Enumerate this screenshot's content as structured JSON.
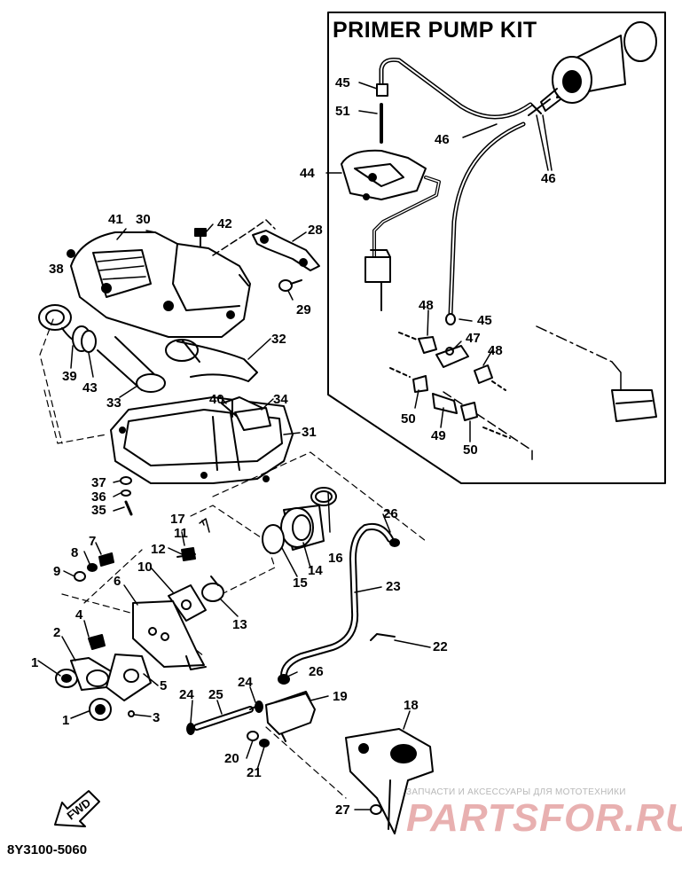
{
  "kit_title": "PRIMER PUMP KIT",
  "diagram_code": "8Y3100-5060",
  "fwd_label": "FWD",
  "watermark": {
    "small": "ЗАПЧАСТИ И АКСЕССУАРЫ ДЛЯ МОТОТЕХНИКИ",
    "big": "PARTSFOR.RU"
  },
  "callouts": {
    "c45a": "45",
    "c51": "51",
    "c46a": "46",
    "c46b": "46",
    "c44": "44",
    "c48a": "48",
    "c45b": "45",
    "c47": "47",
    "c48b": "48",
    "c50a": "50",
    "c49": "49",
    "c50b": "50",
    "c41": "41",
    "c30": "30",
    "c42": "42",
    "c28": "28",
    "c38": "38",
    "c29": "29",
    "c39": "39",
    "c43": "43",
    "c33": "33",
    "c32": "32",
    "c40": "40",
    "c34": "34",
    "c31": "31",
    "c37": "37",
    "c36": "36",
    "c35": "35",
    "c17": "17",
    "c11": "11",
    "c12": "12",
    "c26a": "26",
    "c7": "7",
    "c8": "8",
    "c9": "9",
    "c10": "10",
    "c16": "16",
    "c14": "14",
    "c15": "15",
    "c6": "6",
    "c13": "13",
    "c23": "23",
    "c4": "4",
    "c22": "22",
    "c2": "2",
    "c1a": "1",
    "c5": "5",
    "c26b": "26",
    "c24a": "24",
    "c25": "25",
    "c24b": "24",
    "c19": "19",
    "c1b": "1",
    "c3": "3",
    "c18": "18",
    "c20": "20",
    "c21": "21",
    "c27": "27"
  }
}
